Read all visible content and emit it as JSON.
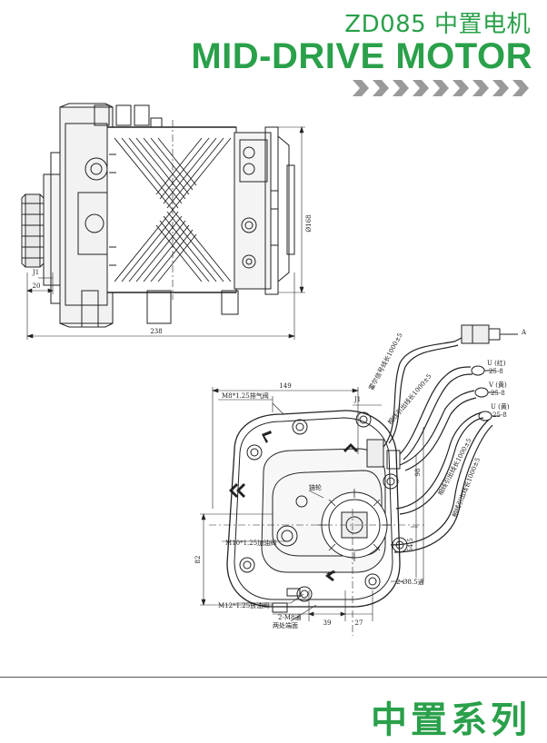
{
  "header": {
    "model": "ZD085 中置电机",
    "title": "MID-DRIVE MOTOR"
  },
  "side_view": {
    "dim_width": "238",
    "dim_left": "20",
    "dim_j1": "J1",
    "dim_diameter": "Ø168"
  },
  "front_view": {
    "dim_top": "149",
    "dim_j1": "J1",
    "vent_valve": "M8*1.25排气阀",
    "oil_fill": "M10*1.25加油阀",
    "oil_drain": "M12*1.25放油阀",
    "sprocket": "链轮",
    "dim_height": "82",
    "dim_bottom_a": "39",
    "dim_bottom_b": "27",
    "dim_d1": "54.5",
    "dim_d2": "98",
    "holes_right": "2-Ø8.5通",
    "holes_bottom": "2-M8通",
    "holes_bottom_note": "两处端面"
  },
  "cables": {
    "signal": "霍尔信号线长1000±5",
    "phase1": "相线引出线长1000±5",
    "phase2": "相线引出线长1000±5",
    "phase3": "相线引出线长1000±5",
    "connector_label": "A",
    "terminal_u": "U (红)",
    "terminal_v": "V (黄)",
    "terminal_w": "U (黄)",
    "spec_u": "25-8",
    "spec_v": "25-8",
    "spec_w": "25-8"
  },
  "footer": {
    "series": "中置系列"
  }
}
